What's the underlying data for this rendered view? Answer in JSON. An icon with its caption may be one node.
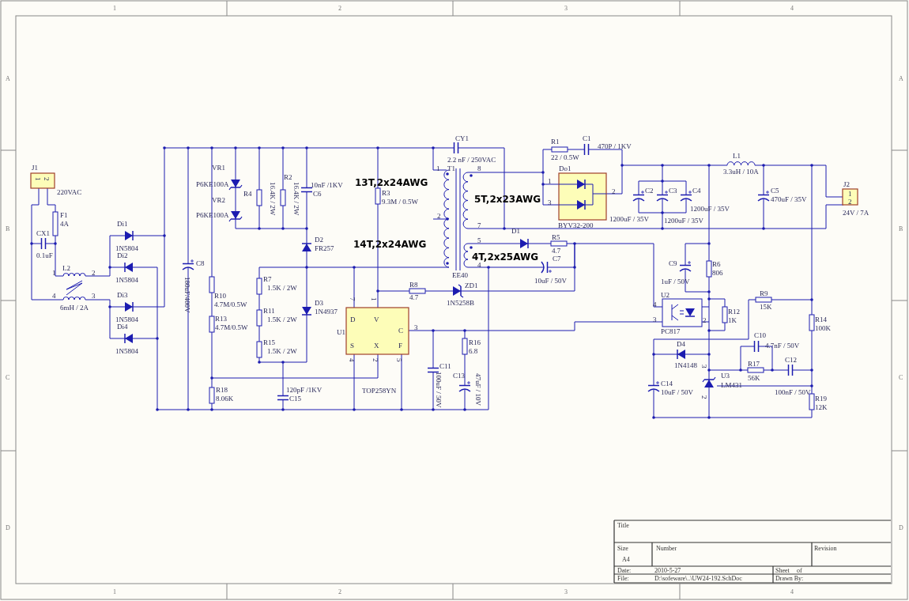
{
  "diagram": {
    "labels": [
      "1",
      "2",
      "3",
      "4",
      "A",
      "B",
      "C",
      "D",
      "A",
      "B",
      "C",
      "D",
      "J1",
      "1",
      "2",
      "220VAC",
      "F1",
      "4A",
      "CX1",
      "0.1uF",
      "L2",
      "1",
      "2",
      "4",
      "3",
      "6mH / 2A",
      "Di1",
      "1N5804",
      "Di2",
      "1N5804",
      "Di3",
      "1N5804",
      "Di4",
      "1N5804",
      "C8",
      "180uF/400V",
      "VR1",
      "P6KE100A",
      "VR2",
      "P6KE100A",
      "R4",
      "16.4K / 2W",
      "R2",
      "16.4K / 2W",
      "10nF /1KV",
      "C6",
      "D2",
      "FR257",
      "R7",
      "1.5K / 2W",
      "R10",
      "4.7M/0.5W",
      "R11",
      "1.5K / 2W",
      "D3",
      "1N4937",
      "R13",
      "4.7M/0.5W",
      "R15",
      "1.5K / 2W",
      "R18",
      "8.06K",
      "120pF /1KV",
      "C15",
      "U1",
      "CY1",
      "2.2 nF / 250VAC",
      "1",
      "T1",
      "8",
      "13T,2x24AWG",
      "R3",
      "9.3M / 0.5W",
      "5T,2x23AWG",
      "2",
      "7",
      "14T,2x24AWG",
      "5",
      "D1",
      "R5",
      "4.7",
      "4T,2x25AWG",
      "C7",
      "4",
      "EE40",
      "10uF / 50V",
      "R8",
      "4.7",
      "ZD1",
      "1N5258B",
      "7",
      "1",
      "D",
      "V",
      "C",
      "S",
      "X",
      "F",
      "3",
      "4",
      "2",
      "5",
      "TOP258YN",
      "C11",
      "100uF / 50V",
      "R16",
      "6.8",
      "C13",
      "47uF / 10V",
      "R1",
      "22 / 0.5W",
      "C1",
      "470P / 1KV",
      "Do1",
      "1",
      "3",
      "2",
      "BYV32-200",
      "L1",
      "3.3uH / 10A",
      "C2",
      "C3",
      "C4",
      "1200uF / 35V",
      "1200uF / 35V",
      "1200uF / 35V",
      "C5",
      "470uF / 35V",
      "J2",
      "1",
      "2",
      "24V / 7A",
      "C9",
      "1uF / 50V",
      "R6",
      "806",
      "U2",
      "4",
      "3",
      "2",
      "PC817",
      "R12",
      "1K",
      "R9",
      "15K",
      "R14",
      "100K",
      "D4",
      "1N4148",
      "C10",
      "4.7nF / 50V",
      "C12",
      "R17",
      "U3",
      "56K",
      "LM431",
      "3",
      "2",
      "100nF / 50V",
      "C14",
      "10uF / 50V",
      "R19",
      "12K",
      "Title",
      "Size",
      "Number",
      "Revision",
      "A4",
      "Date:",
      "2010-5-27",
      "Sheet",
      "of",
      "File:",
      "D:\\sofeware\\..\\UW24-192.SchDoc",
      "Drawn By:",
      "1",
      "2",
      "3",
      "4"
    ]
  }
}
